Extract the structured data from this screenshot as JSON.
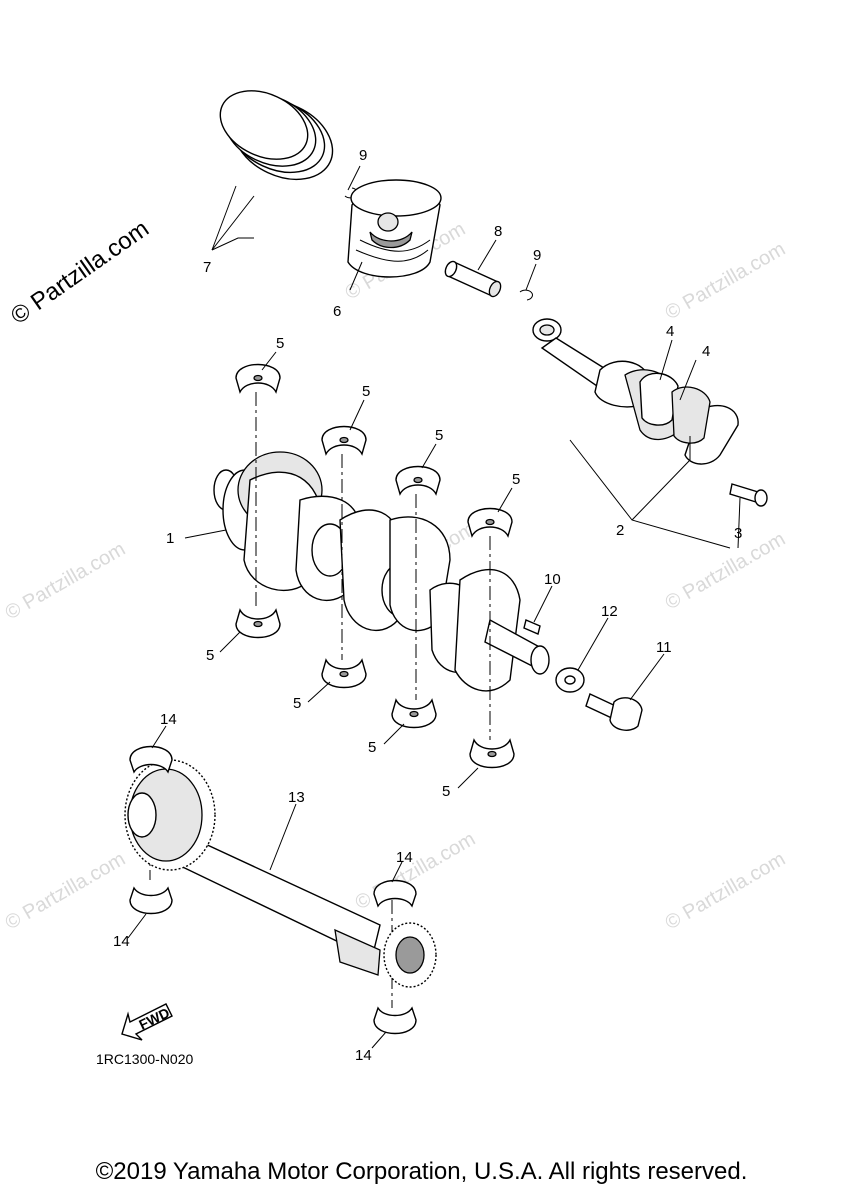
{
  "watermark": {
    "main": "© Partzilla.com",
    "faint": "© Partzilla.com"
  },
  "labels": {
    "p1": "1",
    "p2": "2",
    "p3": "3",
    "p4a": "4",
    "p4b": "4",
    "p5a": "5",
    "p5b": "5",
    "p5c": "5",
    "p5d": "5",
    "p5e": "5",
    "p5f": "5",
    "p5g": "5",
    "p5h": "5",
    "p6": "6",
    "p7": "7",
    "p8": "8",
    "p9a": "9",
    "p9b": "9",
    "p10": "10",
    "p11": "11",
    "p12": "12",
    "p13": "13",
    "p14a": "14",
    "p14b": "14",
    "p14c": "14",
    "p14d": "14"
  },
  "fwd_label": "FWD",
  "diagram_code": "1RC1300-N020",
  "copyright": "©2019 Yamaha Motor Corporation, U.S.A. All rights reserved."
}
